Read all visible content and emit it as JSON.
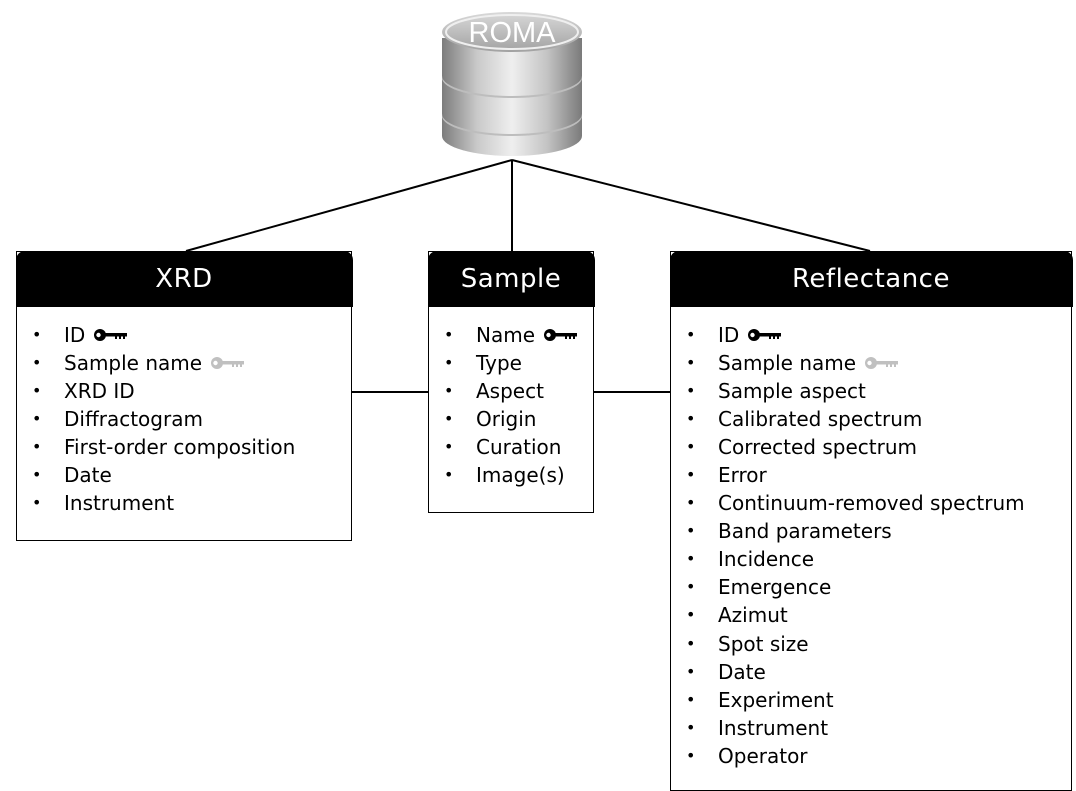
{
  "database": {
    "name": "ROMA",
    "icon": "database-icon"
  },
  "colors": {
    "header_bg": "#000000",
    "header_text": "#ffffff",
    "primary_key": "#000000",
    "foreign_key": "#c0c0c0"
  },
  "tables": {
    "xrd": {
      "title": "XRD",
      "fields": [
        {
          "label": "ID",
          "key": "primary"
        },
        {
          "label": "Sample name",
          "key": "foreign"
        },
        {
          "label": "XRD ID"
        },
        {
          "label": "Diffractogram"
        },
        {
          "label": "First-order composition"
        },
        {
          "label": "Date"
        },
        {
          "label": "Instrument"
        }
      ]
    },
    "sample": {
      "title": "Sample",
      "fields": [
        {
          "label": "Name",
          "key": "primary"
        },
        {
          "label": "Type"
        },
        {
          "label": "Aspect"
        },
        {
          "label": "Origin"
        },
        {
          "label": "Curation"
        },
        {
          "label": "Image(s)"
        }
      ]
    },
    "reflectance": {
      "title": "Reflectance",
      "fields": [
        {
          "label": "ID",
          "key": "primary"
        },
        {
          "label": "Sample name",
          "key": "foreign"
        },
        {
          "label": "Sample aspect"
        },
        {
          "label": "Calibrated spectrum"
        },
        {
          "label": "Corrected spectrum"
        },
        {
          "label": "Error"
        },
        {
          "label": "Continuum-removed spectrum"
        },
        {
          "label": "Band parameters"
        },
        {
          "label": "Incidence"
        },
        {
          "label": "Emergence"
        },
        {
          "label": "Azimut"
        },
        {
          "label": "Spot size"
        },
        {
          "label": "Date"
        },
        {
          "label": "Experiment"
        },
        {
          "label": "Instrument"
        },
        {
          "label": "Operator"
        }
      ]
    }
  }
}
